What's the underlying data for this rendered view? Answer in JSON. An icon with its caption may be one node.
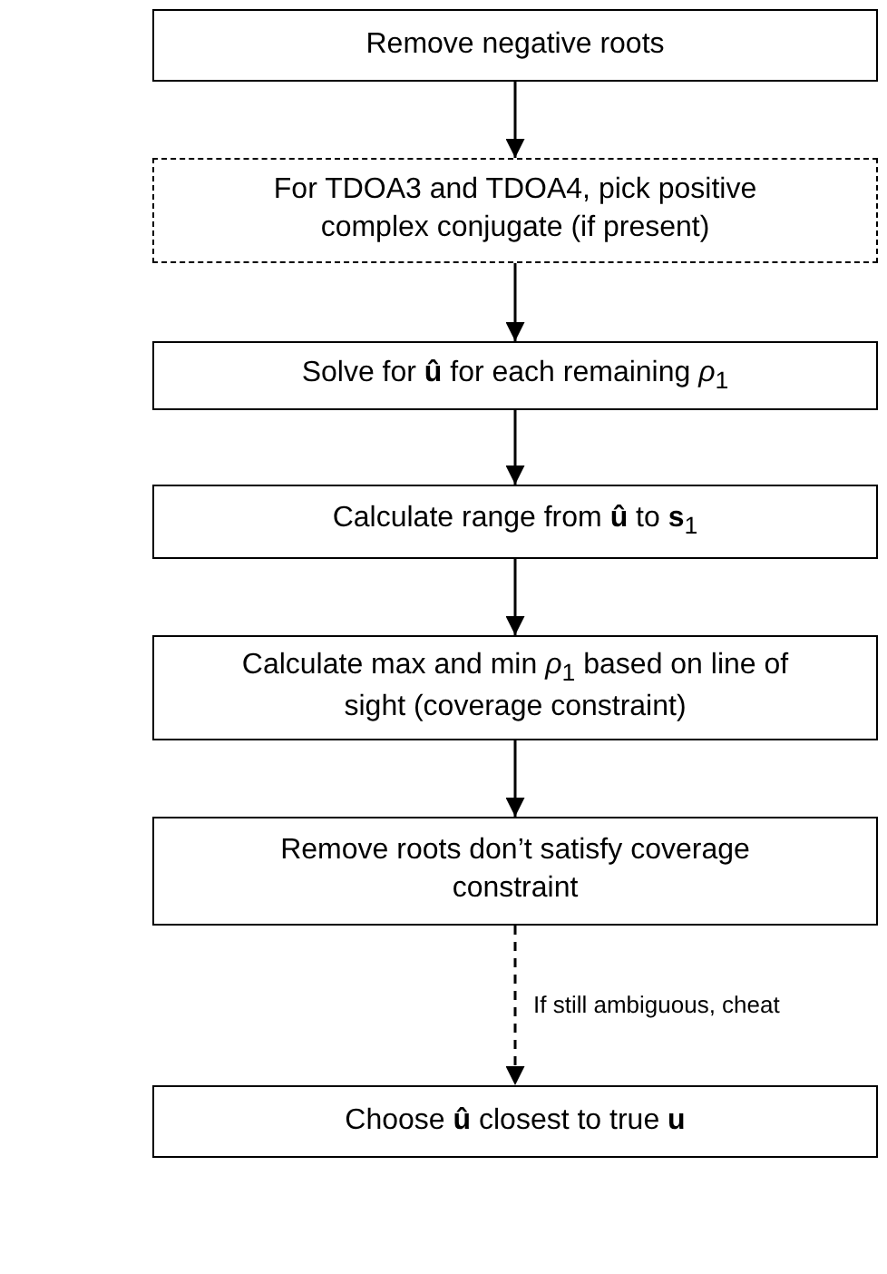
{
  "diagram": {
    "nodes": [
      {
        "text": [
          "Remove negative roots"
        ]
      },
      {
        "text": [
          "For TDOA3 and TDOA4, pick positive complex conjugate (if present)"
        ]
      },
      {
        "text": [
          "Solve for **û** for each remaining *ρ*$_{1}$"
        ]
      },
      {
        "text": [
          "Calculate range from  **û** to **s**$_{1}$"
        ]
      },
      {
        "text": [
          "Calculate max and min *ρ*$_{1}$ based on line of sight (coverage constraint)"
        ]
      },
      {
        "text": [
          "Remove roots don’t satisfy coverage constraint"
        ]
      },
      {
        "text": [
          "Choose  **û** closest to true **u**"
        ]
      }
    ],
    "edges": [
      {
        "from": 0,
        "to": 1,
        "arrow": "to"
      },
      {
        "from": 1,
        "to": 2,
        "arrow": "to"
      },
      {
        "from": 2,
        "to": 3,
        "arrow": "to"
      },
      {
        "from": 3,
        "to": 4,
        "arrow": "to"
      },
      {
        "from": 4,
        "to": 5,
        "arrow": "to"
      },
      {
        "from": 5,
        "to": 6,
        "arrow": "to",
        "label": "If still ambiguous, cheat",
        "style": "dashed"
      }
    ]
  }
}
